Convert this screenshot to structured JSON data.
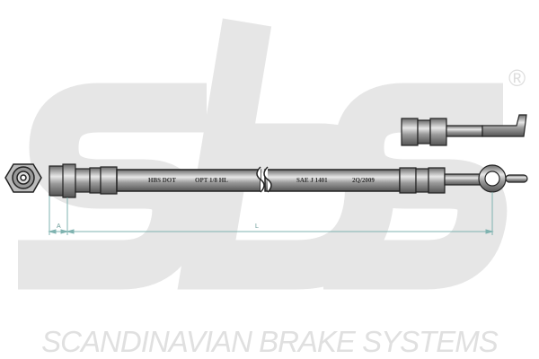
{
  "brand": {
    "logo_text": "sbs",
    "registered_mark": "®",
    "tagline": "SCANDINAVIAN BRAKE SYSTEMS"
  },
  "hose_markings": [
    "HBS DOT",
    "OPT 1/8 HL",
    "SAE J 1401",
    "2Q/2009"
  ],
  "dimensions": {
    "a_label": "A",
    "l_label": "L"
  },
  "colors": {
    "watermark": "#e6e6e6",
    "dimension_line": "#7fb3b0",
    "outline": "#222222"
  }
}
